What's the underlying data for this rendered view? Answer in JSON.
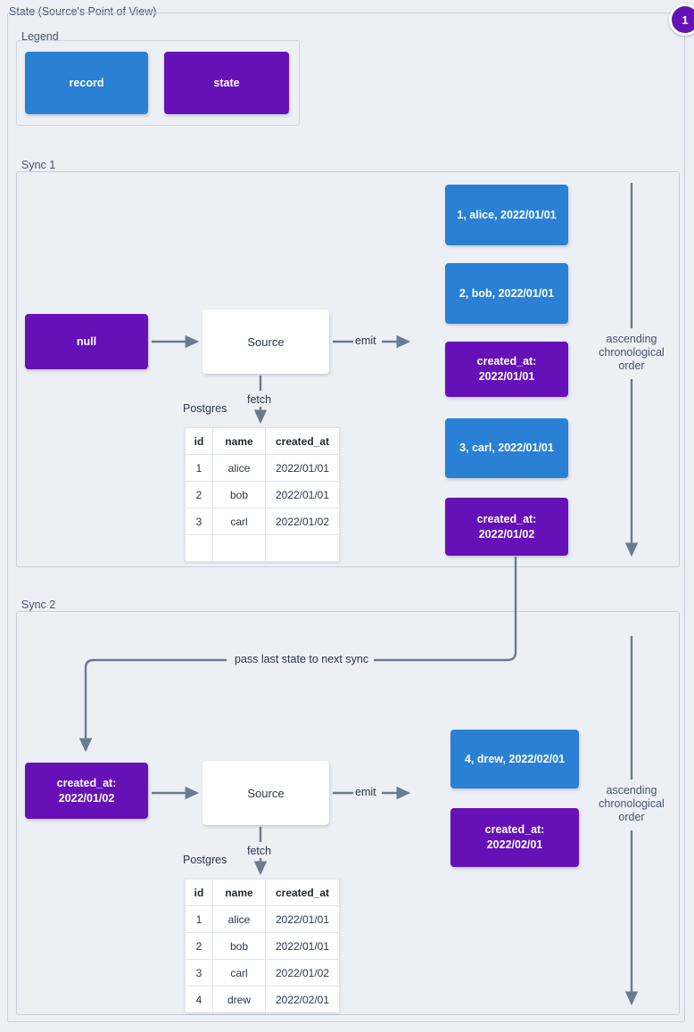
{
  "page": {
    "title": "State (Source's Point of View)",
    "badge": "1"
  },
  "colors": {
    "record": "#2980d4",
    "state": "#6610b8",
    "background": "#eceff4",
    "frame_border": "#c7d0dd",
    "arrow": "#6b7a8d",
    "text": "#2b3648"
  },
  "legend": {
    "label": "Legend",
    "items": [
      {
        "label": "record",
        "kind": "record"
      },
      {
        "label": "state",
        "kind": "state"
      }
    ]
  },
  "sync1": {
    "label": "Sync 1",
    "state_in": "null",
    "source": "Source",
    "emit_label": "emit",
    "fetch_label": "fetch",
    "db_label": "Postgres",
    "order_label": "ascending\nchronological\norder",
    "order_line1": "ascending",
    "order_line2": "chronological",
    "order_line3": "order",
    "table": {
      "columns": [
        "id",
        "name",
        "created_at"
      ],
      "rows": [
        [
          "1",
          "alice",
          "2022/01/01"
        ],
        [
          "2",
          "bob",
          "2022/01/01"
        ],
        [
          "3",
          "carl",
          "2022/01/02"
        ],
        [
          "",
          "",
          ""
        ]
      ]
    },
    "messages": [
      {
        "kind": "record",
        "text": "1, alice, 2022/01/01"
      },
      {
        "kind": "record",
        "text": "2, bob, 2022/01/01"
      },
      {
        "kind": "state",
        "line1": "created_at:",
        "line2": "2022/01/01"
      },
      {
        "kind": "record",
        "text": "3, carl, 2022/01/01"
      },
      {
        "kind": "state",
        "line1": "created_at:",
        "line2": "2022/01/02"
      }
    ]
  },
  "sync2": {
    "label": "Sync 2",
    "pass_state_label": "pass last state to next sync",
    "state_in_line1": "created_at:",
    "state_in_line2": "2022/01/02",
    "source": "Source",
    "emit_label": "emit",
    "fetch_label": "fetch",
    "db_label": "Postgres",
    "order_line1": "ascending",
    "order_line2": "chronological",
    "order_line3": "order",
    "table": {
      "columns": [
        "id",
        "name",
        "created_at"
      ],
      "rows": [
        [
          "1",
          "alice",
          "2022/01/01"
        ],
        [
          "2",
          "bob",
          "2022/01/01"
        ],
        [
          "3",
          "carl",
          "2022/01/02"
        ],
        [
          "4",
          "drew",
          "2022/02/01"
        ]
      ]
    },
    "messages": [
      {
        "kind": "record",
        "text": "4, drew, 2022/02/01"
      },
      {
        "kind": "state",
        "line1": "created_at:",
        "line2": "2022/02/01"
      }
    ]
  }
}
